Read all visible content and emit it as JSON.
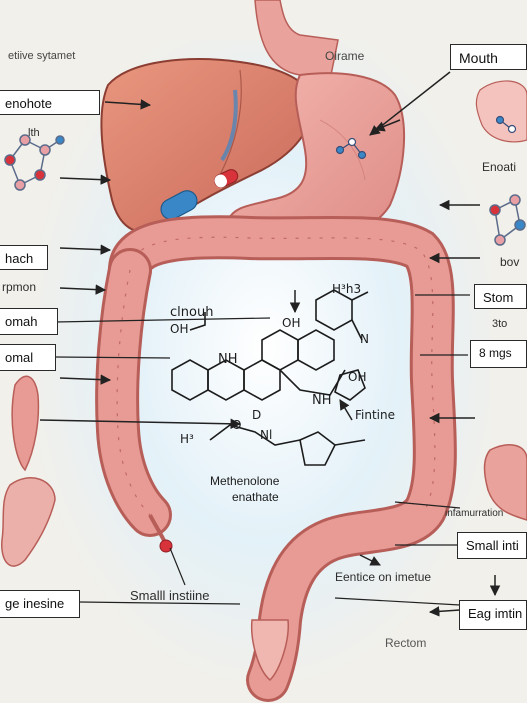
{
  "header": {
    "left_title": "etiive sytamet",
    "center_title": "Oirame"
  },
  "labels": {
    "mouth": "Mouth",
    "enohote": "enohote",
    "ith": "lth",
    "hach": "hach",
    "rpmon": "rpmon",
    "omah": "omah",
    "omal": "omal",
    "enoati": "Enoati",
    "bov": "bov",
    "stom": "Stom",
    "three_mg": "8 mgs",
    "sto": "3to",
    "infamuration": "infamurration",
    "small_inti": "Small inti",
    "small_instiine": "Smalll instiine",
    "erence": "Eentice on imetue",
    "eag_imti": "Eag imtin",
    "lge_inesine": "ge inesine",
    "rectom": "Rectom"
  },
  "chemistry": {
    "caption": "clnouh",
    "oh_small": "OH",
    "nh1": "NH",
    "oh2": "OH",
    "hs": "H³h3",
    "n_right": "N",
    "oh3": "OH",
    "nh2": "NH",
    "fintine": "Fintine",
    "h_left": "H³",
    "d": "D",
    "o": "O",
    "ni": "Nl",
    "name1": "Methenolone",
    "name2": "enathate"
  },
  "colors": {
    "organ": "#e79b94",
    "organ_dark": "#b85e59",
    "liver": "#d97e6c",
    "background": "#f2f0ea",
    "glow": "#cfe6f3",
    "pill_blue": "#3a87c8",
    "pill_red": "#d8333b"
  },
  "icons": [
    "molecule-icon",
    "capsule-icon",
    "arrow-icon"
  ]
}
